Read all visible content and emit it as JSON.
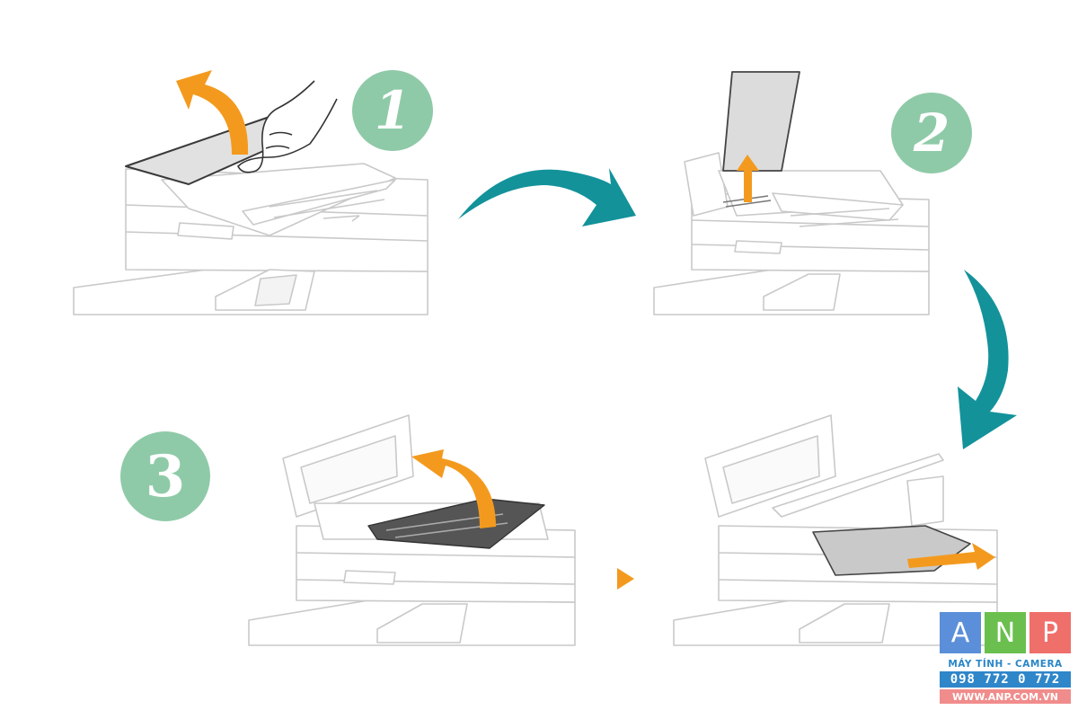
{
  "steps": [
    {
      "label": "1"
    },
    {
      "label": "2"
    },
    {
      "label": "3"
    }
  ],
  "logo": {
    "letters": [
      "A",
      "N",
      "P"
    ],
    "tagline": "MÁY TÍNH - CAMERA",
    "phone": "098 772 0 772",
    "website": "WWW.ANP.COM.VN"
  },
  "colors": {
    "step_badge": "#8fcaa8",
    "flow_arrow": "#13929a",
    "action_arrow": "#f39a1e",
    "logo_blue": "#5b8fd9",
    "logo_green": "#6bbf4e",
    "logo_red": "#ef6f6b",
    "logo_strip": "#2f86c9",
    "logo_url_bg": "#f08c8c"
  },
  "icons": {
    "flow_arrow": "curved-arrow-icon",
    "action_arrow": "lift-arrow-icon",
    "play": "play-triangle-icon"
  }
}
